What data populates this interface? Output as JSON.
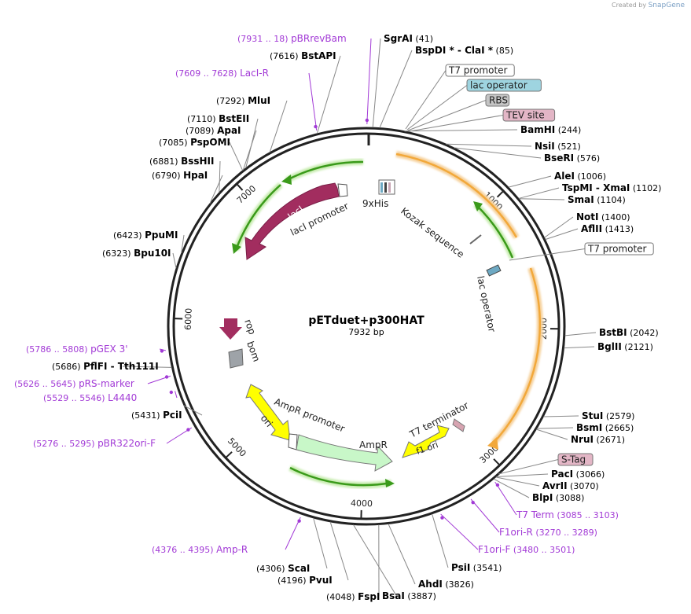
{
  "credit": {
    "prefix": "Created by",
    "brand": "SnapGene"
  },
  "plasmid": {
    "name": "pETduet+p300HAT",
    "size_text": "7932 bp",
    "length": 7932
  },
  "ticks": [
    "1000",
    "2000",
    "3000",
    "4000",
    "5000",
    "6000",
    "7000"
  ],
  "enzymes": [
    {
      "name": "SgrAI",
      "pos": "(41)"
    },
    {
      "name": "BspDI * - ClaI *",
      "pos": "(85)"
    },
    {
      "name": "BamHI",
      "pos": "(244)"
    },
    {
      "name": "NsiI",
      "pos": "(521)"
    },
    {
      "name": "BseRI",
      "pos": "(576)"
    },
    {
      "name": "AleI",
      "pos": "(1006)"
    },
    {
      "name": "TspMI - XmaI",
      "pos": "(1102)"
    },
    {
      "name": "SmaI",
      "pos": "(1104)"
    },
    {
      "name": "NotI",
      "pos": "(1400)"
    },
    {
      "name": "AflII",
      "pos": "(1413)"
    },
    {
      "name": "BstBI",
      "pos": "(2042)"
    },
    {
      "name": "BglII",
      "pos": "(2121)"
    },
    {
      "name": "StuI",
      "pos": "(2579)"
    },
    {
      "name": "BsmI",
      "pos": "(2665)"
    },
    {
      "name": "NruI",
      "pos": "(2671)"
    },
    {
      "name": "PacI",
      "pos": "(3066)"
    },
    {
      "name": "AvrII",
      "pos": "(3070)"
    },
    {
      "name": "BlpI",
      "pos": "(3088)"
    },
    {
      "name": "PsiI",
      "pos": "(3541)"
    },
    {
      "name": "AhdI",
      "pos": "(3826)"
    },
    {
      "name": "BsaI",
      "pos": "(3887)"
    },
    {
      "name": "FspI",
      "pos": "(4048)"
    },
    {
      "name": "PvuI",
      "pos": "(4196)"
    },
    {
      "name": "ScaI",
      "pos": "(4306)"
    },
    {
      "name": "PciI",
      "pos": "(5431)"
    },
    {
      "name": "PflFI - Tth111I",
      "pos": "(5686)"
    },
    {
      "name": "Bpu10I",
      "pos": "(6323)"
    },
    {
      "name": "PpuMI",
      "pos": "(6423)"
    },
    {
      "name": "HpaI",
      "pos": "(6790)"
    },
    {
      "name": "BssHII",
      "pos": "(6881)"
    },
    {
      "name": "PspOMI",
      "pos": "(7085)"
    },
    {
      "name": "ApaI",
      "pos": "(7089)"
    },
    {
      "name": "BstEII",
      "pos": "(7110)"
    },
    {
      "name": "MluI",
      "pos": "(7292)"
    },
    {
      "name": "BstAPI",
      "pos": "(7616)"
    }
  ],
  "primers": [
    {
      "name": "pBRrevBam",
      "pos": "(7931 .. 18)"
    },
    {
      "name": "LacI-R",
      "pos": "(7609 .. 7628)"
    },
    {
      "name": "pGEX 3'",
      "pos": "(5786 .. 5808)"
    },
    {
      "name": "pRS-marker",
      "pos": "(5626 .. 5645)"
    },
    {
      "name": "L4440",
      "pos": "(5529 .. 5546)"
    },
    {
      "name": "pBR322ori-F",
      "pos": "(5276 .. 5295)"
    },
    {
      "name": "Amp-R",
      "pos": "(4376 .. 4395)"
    },
    {
      "name": "T7 Term",
      "pos": "(3085 .. 3103)"
    },
    {
      "name": "F1ori-R",
      "pos": "(3270 .. 3289)"
    },
    {
      "name": "F1ori-F",
      "pos": "(3480 .. 3501)"
    }
  ],
  "boxed_features": [
    {
      "name": "T7 promoter",
      "style": "white"
    },
    {
      "name": "lac operator",
      "style": "cyan"
    },
    {
      "name": "RBS",
      "style": "gray"
    },
    {
      "name": "TEV site",
      "style": "pink"
    },
    {
      "name": "T7 promoter",
      "style": "white"
    },
    {
      "name": "S-Tag",
      "style": "pink"
    }
  ],
  "feature_labels": {
    "lacI": "lacI",
    "lacI_promoter": "lacI promoter",
    "his": "9xHis",
    "kozak": "Kozak sequence",
    "lac_operator": "lac operator",
    "rop": "rop",
    "bom": "bom",
    "ampr_promoter": "AmpR promoter",
    "ampr": "AmpR",
    "ori": "ori",
    "f1_ori": "f1 ori",
    "t7_terminator": "T7 terminator"
  },
  "colors": {
    "backbone": "#222222",
    "enzyme_line": "#888888",
    "primer": "#a23ad6",
    "lacI": "#a22d5f",
    "rop": "#a22d5f",
    "ampr": "#c8f7c8",
    "ori": "#ffff00",
    "orf_orange": "#f2a83a",
    "orf_green": "#3a9a1a",
    "bom": "#9ea3a8",
    "terminator": "#d7a4b1",
    "lac_operator_box": "#9ed4e0",
    "rbs_box": "#c4c4c4",
    "tev_box": "#e3b6c6"
  }
}
